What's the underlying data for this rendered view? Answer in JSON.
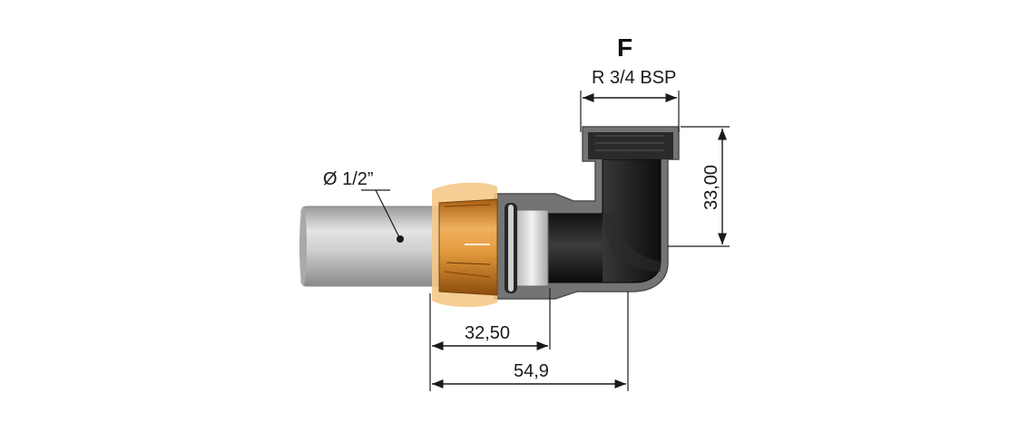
{
  "diagram": {
    "title": "F",
    "thread_label": "R 3/4 BSP",
    "pipe_label": "Ø 1/2”",
    "dim_height": "33,00",
    "dim_insert": "32,50",
    "dim_total": "54,9"
  },
  "colors": {
    "pipe": "#c9c9c9",
    "collet": "#d9892a",
    "collet_light": "#f5c27a",
    "body": "#1e1e1e",
    "housing_gray": "#6f6f6f",
    "ring": "#e0e0e0",
    "dim": "#1a1a1a"
  }
}
